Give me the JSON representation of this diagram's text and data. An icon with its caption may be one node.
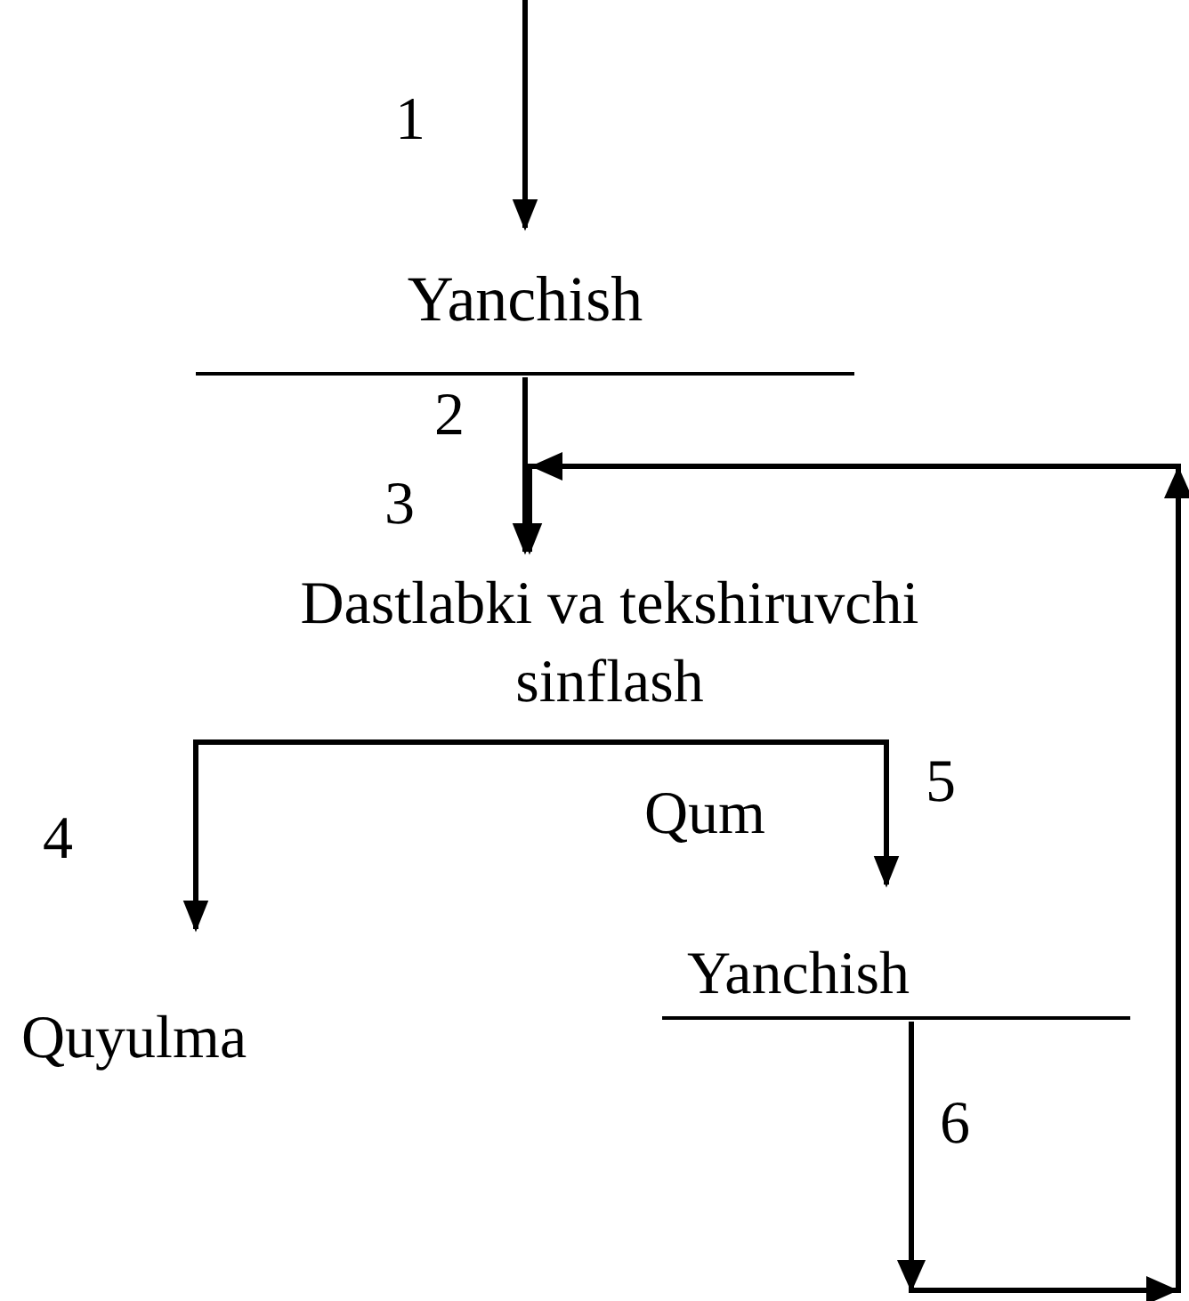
{
  "diagram": {
    "nodes": [
      {
        "text": [
          "Yanchish"
        ]
      },
      {
        "text": [
          "Dastlabki va tekshiruvchi sinflash"
        ]
      },
      {
        "text": [
          "Quyulma"
        ]
      },
      {
        "text": [
          "Yanchish"
        ]
      }
    ],
    "edges": [
      {
        "from": null,
        "to": 0,
        "arrow": "to",
        "label": "1"
      },
      {
        "from": 0,
        "to": 1,
        "arrow": "to",
        "label": "2"
      },
      {
        "from": 1,
        "to": 2,
        "arrow": "to",
        "label": "4"
      },
      {
        "from": 1,
        "to": 3,
        "arrow": "to",
        "label": "5"
      },
      {
        "from": 3,
        "to": 1,
        "arrow": "to",
        "label": "6"
      }
    ],
    "labels": [
      "3",
      "Qum"
    ]
  }
}
